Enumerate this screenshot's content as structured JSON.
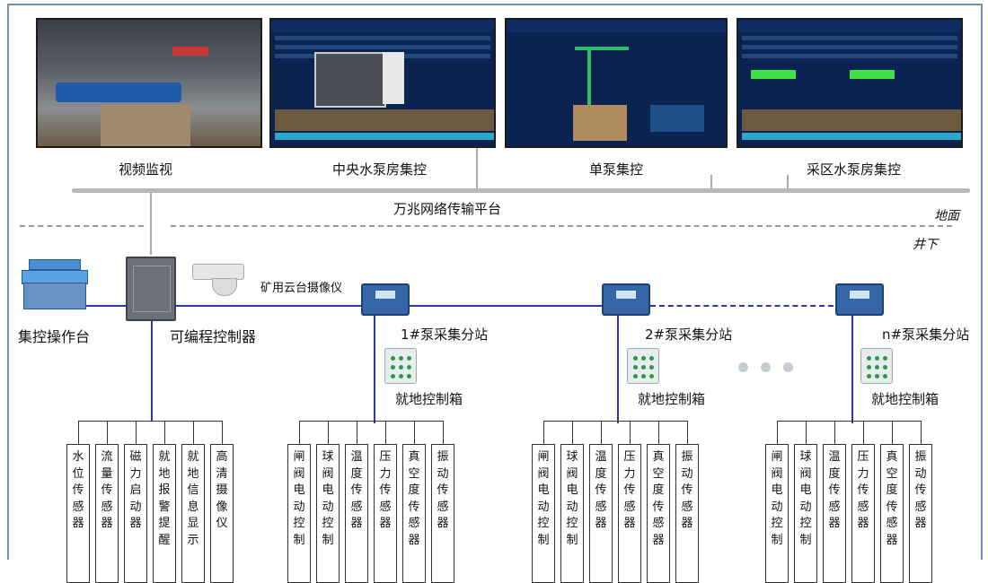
{
  "monitors": [
    {
      "id": "video",
      "label": "视频监视"
    },
    {
      "id": "central",
      "label": "中央水泵房集控"
    },
    {
      "id": "single",
      "label": "单泵集控"
    },
    {
      "id": "area",
      "label": "采区水泵房集控"
    }
  ],
  "network_label": "万兆网络传输平台",
  "surface_label": "地面",
  "underground_label": "井下",
  "console_label": "集控操作台",
  "plc_label": "可编程控制器",
  "camera_label": "矿用云台摄像仪",
  "stations": [
    {
      "label": "1#泵采集分站",
      "box": "就地控制箱"
    },
    {
      "label": "2#泵采集分站",
      "box": "就地控制箱"
    },
    {
      "label": "n#泵采集分站",
      "box": "就地控制箱"
    }
  ],
  "plc_sensors": [
    "水位传感器",
    "流量传感器",
    "磁力启动器",
    "就地报警提醒",
    "就地信息显示",
    "高清摄像仪"
  ],
  "pump_sensors": [
    "闸阀电动控制",
    "球阀电动控制",
    "温度传感器",
    "压力传感器",
    "真空度传感器",
    "振动传感器"
  ],
  "colors": {
    "line": "#2f38a6",
    "station": "#3466a8",
    "screen": "#0b2350"
  }
}
